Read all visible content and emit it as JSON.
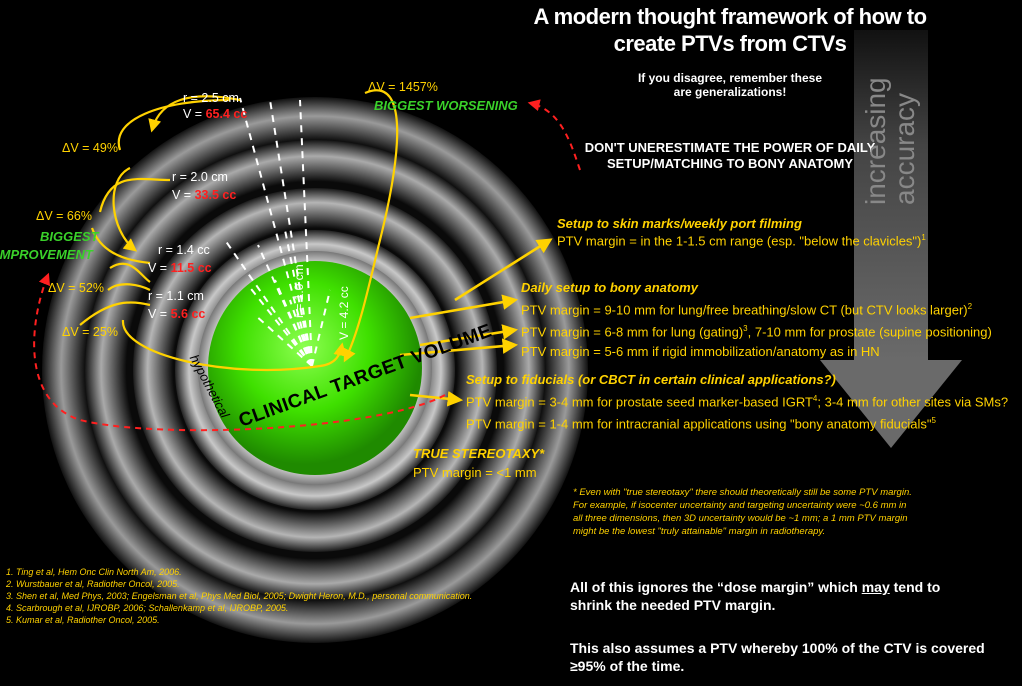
{
  "title": {
    "line1": "A modern thought framework of how to",
    "line2": "create PTVs from CTVs"
  },
  "subtitle": {
    "line1": "If you disagree, remember these",
    "line2": "are generalizations!"
  },
  "warning": {
    "line1": "DON'T UNERESTIMATE THE POWER OF DAILY",
    "line2": "SETUP/MATCHING TO BONY ANATOMY"
  },
  "accuracy_arrow": {
    "label_line1": "increasing",
    "label_line2": "accuracy"
  },
  "center": {
    "r": "r = 1.0 cm",
    "v": "V = 4.2 cc",
    "hypothetical": "hypothetical",
    "ctv": "CLINICAL TARGET VOLUME"
  },
  "rings": [
    {
      "r": "r = 2.5 cm",
      "v_prefix": "V = ",
      "v_value": "65.4 cc"
    },
    {
      "r": "r = 2.0 cm",
      "v_prefix": "V = ",
      "v_value": "33.5 cc"
    },
    {
      "r": "r = 1.4 cc",
      "v_prefix": "V = ",
      "v_value": "11.5 cc"
    },
    {
      "r": "r = 1.1 cm",
      "v_prefix": "V = ",
      "v_value": "5.6 cc"
    }
  ],
  "deltas": {
    "d1457": "ΔV = 1457%",
    "d49": "ΔV = 49%",
    "d66": "ΔV = 66%",
    "d52": "ΔV = 52%",
    "d25": "ΔV = 25%"
  },
  "labels": {
    "biggest_worsening": "BIGGEST WORSENING",
    "biggest": "BIGGEST",
    "improvement": "IMPROVEMENT"
  },
  "setups": {
    "skin": {
      "heading": "Setup to skin marks/weekly port filming",
      "line": "PTV margin = in the 1-1.5 cm range (esp. \"below the clavicles\")",
      "sup": "1"
    },
    "bony": {
      "heading": "Daily setup to bony anatomy",
      "l1": "PTV margin = 9-10 mm for lung/free breathing/slow CT (but CTV looks larger)",
      "l1sup": "2",
      "l2a": "PTV margin = 6-8 mm for lung (gating)",
      "l2sup": "3",
      "l2b": ", 7-10 mm for prostate (supine positioning)",
      "l3": "PTV margin = 5-6 mm if rigid immobilization/anatomy as in HN"
    },
    "fiducials": {
      "heading": "Setup to fiducials (or CBCT in certain clinical applications?)",
      "l1a": "PTV margin = 3-4 mm for prostate seed marker-based IGRT",
      "l1sup": "4",
      "l1b": "; 3-4 mm for other sites via SMs?",
      "l2": "PTV margin = 1-4 mm for intracranial applications using \"bony anatomy fiducials\"",
      "l2sup": "5"
    },
    "stereo": {
      "heading": "TRUE STEREOTAXY*",
      "line": "PTV margin = <1 mm"
    }
  },
  "footnote": [
    "* Even with \"true stereotaxy\" there should theoretically still be some PTV margin.",
    "For example, if isocenter uncertainty and targeting uncertainty were ~0.6 mm in",
    "all three dimensions, then 3D uncertainty would be ~1 mm; a 1 mm PTV margin",
    "might be the lowest \"truly attainable\" margin in radiotherapy."
  ],
  "references": [
    "1. Ting et al, Hem Onc Clin North Am, 2006.",
    "2. Wurstbauer et al, Radiother Oncol, 2005.",
    "3. Shen et al, Med Phys, 2003; Engelsman et al, Phys Med Biol, 2005; Dwight Heron, M.D., personal communication.",
    "4. Scarbrough et al, IJROBP, 2006; Schallenkamp et al, IJROBP, 2005.",
    "5. Kumar et al, Radiother Oncol, 2005."
  ],
  "bottom": {
    "p1a": "All of this ignores the “dose margin” which ",
    "p1u": "may",
    "p1b": " tend to",
    "p1c": "shrink the needed PTV margin.",
    "p2a": "This also assumes a PTV whereby 100% of the CTV is covered",
    "p2b": "≥95% of the time."
  },
  "colors": {
    "background": "#000000",
    "yellow": "#ffd200",
    "green": "#3ad12a",
    "red": "#ff2020",
    "ctv_green": "#3fe000"
  }
}
